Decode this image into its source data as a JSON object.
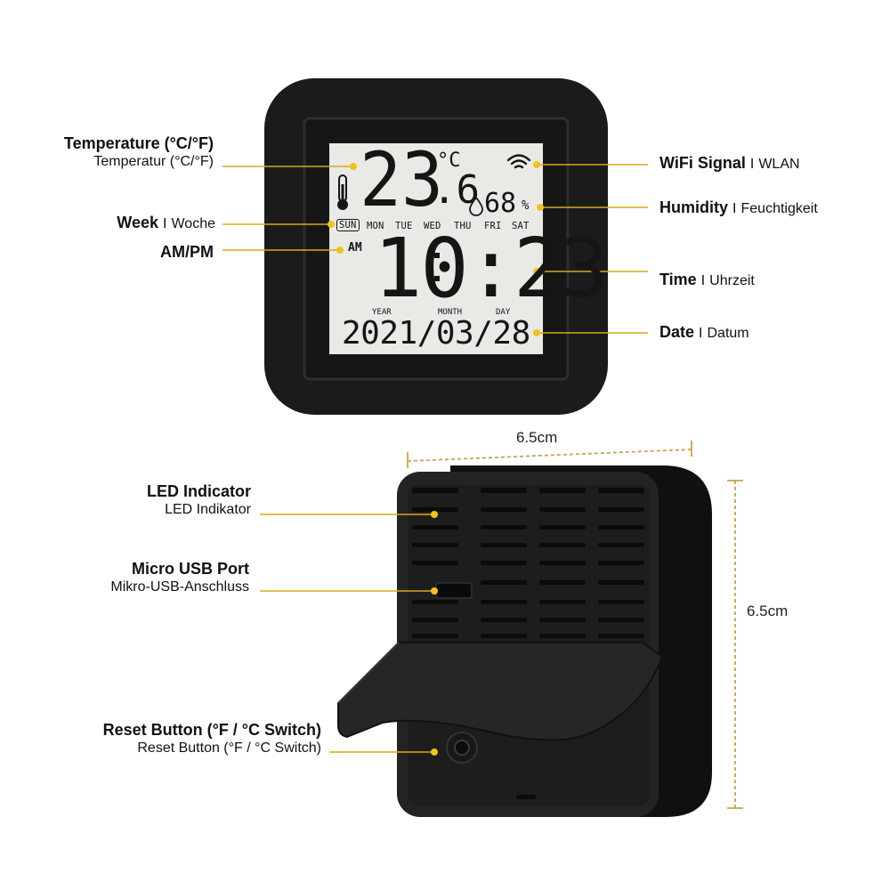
{
  "colors": {
    "accent": "#f2c318",
    "leader": "#d9aa12",
    "device": "#1b1b1b",
    "lcd": "#e9e9e6"
  },
  "lcd": {
    "temp_int": "23",
    "temp_dec": ".6",
    "temp_unit": "°C",
    "humidity": "68",
    "humidity_unit": "%",
    "week_days": [
      "SUN",
      "MON",
      "TUE",
      "WED",
      "THU",
      "FRI",
      "SAT"
    ],
    "active_day": "SUN",
    "ampm": "AM",
    "time": "10:23",
    "date_labels": {
      "year": "YEAR",
      "month": "MONTH",
      "day": "DAY"
    },
    "date": "2021/03/28",
    "icons": [
      "thermometer-icon",
      "wifi-icon",
      "droplet-icon"
    ]
  },
  "callouts_left": {
    "temperature": {
      "title": "Temperature (°C/°F)",
      "subtitle": "Temperatur (°C/°F)"
    },
    "week": {
      "title": "Week",
      "sep": "I",
      "subtitle": "Woche"
    },
    "ampm": {
      "title": "AM/PM"
    }
  },
  "callouts_right": {
    "wifi": {
      "title": "WiFi Signal",
      "sep": "I",
      "subtitle": "WLAN"
    },
    "humidity": {
      "title": "Humidity",
      "sep": "I",
      "subtitle": "Feuchtigkeit"
    },
    "time": {
      "title": "Time",
      "sep": "I",
      "subtitle": "Uhrzeit"
    },
    "date": {
      "title": "Date",
      "sep": "I",
      "subtitle": "Datum"
    }
  },
  "callouts_back": {
    "led": {
      "title": "LED Indicator",
      "subtitle": "LED Indikator"
    },
    "usb": {
      "title": "Micro USB Port",
      "subtitle": "Mikro-USB-Anschluss"
    },
    "reset": {
      "title": "Reset Button (°F / °C Switch)",
      "subtitle": "Reset Button (°F / °C Switch)"
    }
  },
  "dimensions": {
    "width": "6.5cm",
    "height": "6.5cm"
  }
}
